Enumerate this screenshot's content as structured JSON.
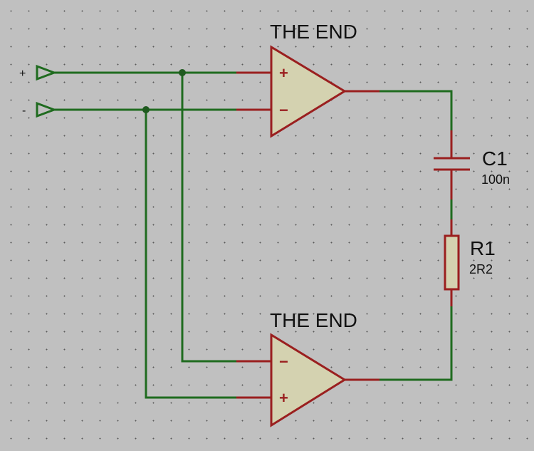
{
  "inputs": {
    "plus_label": "+",
    "minus_label": "-"
  },
  "opamp_top": {
    "name": "THE END",
    "pin_top": "+",
    "pin_bottom": "−"
  },
  "opamp_bottom": {
    "name": "THE END",
    "pin_top": "−",
    "pin_bottom": "+"
  },
  "capacitor": {
    "ref": "C1",
    "value": "100n"
  },
  "resistor": {
    "ref": "R1",
    "value": "2R2"
  },
  "colors": {
    "background": "#c0c0c0",
    "wire": "#1f6b1f",
    "component_outline": "#9a1f1f",
    "component_fill": "#d4d2b0"
  }
}
